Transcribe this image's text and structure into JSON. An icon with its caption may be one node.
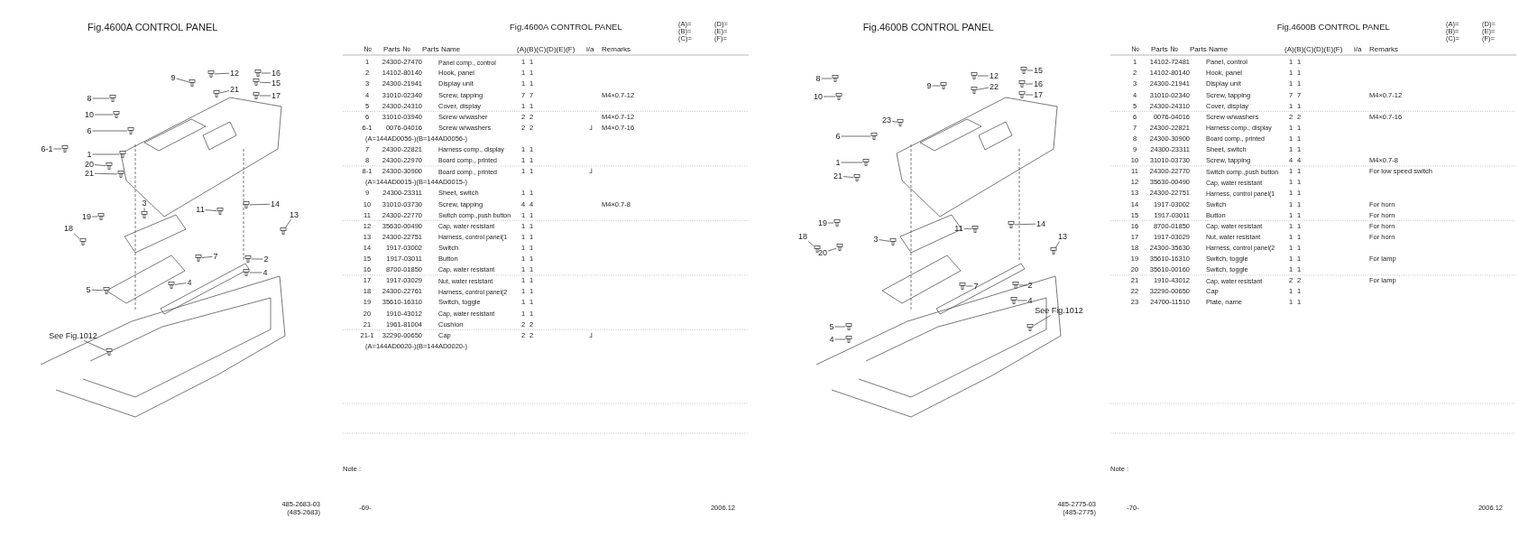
{
  "diagram": {
    "nodes": [
      {
        "text": [
          "9"
        ]
      },
      {
        "text": [
          "12"
        ]
      },
      {
        "text": [
          "16"
        ]
      },
      {
        "text": [
          "15"
        ]
      },
      {
        "text": [
          "21"
        ]
      },
      {
        "text": [
          "8"
        ]
      },
      {
        "text": [
          "17"
        ]
      },
      {
        "text": [
          "10"
        ]
      },
      {
        "text": [
          "6"
        ]
      },
      {
        "text": [
          "6-1"
        ]
      },
      {
        "text": [
          "1"
        ]
      },
      {
        "text": [
          "20"
        ]
      },
      {
        "text": [
          "21"
        ]
      },
      {
        "text": [
          "3"
        ]
      },
      {
        "text": [
          "11"
        ]
      },
      {
        "text": [
          "14"
        ]
      },
      {
        "text": [
          "13"
        ]
      },
      {
        "text": [
          "19"
        ]
      },
      {
        "text": [
          "18"
        ]
      },
      {
        "text": [
          "7"
        ]
      },
      {
        "text": [
          "2"
        ]
      },
      {
        "text": [
          "4"
        ]
      },
      {
        "text": [
          "4"
        ]
      },
      {
        "text": [
          "5"
        ]
      },
      {
        "text": [
          "See Fig.1012"
        ]
      },
      {
        "text": [
          "8"
        ]
      },
      {
        "text": [
          "12"
        ]
      },
      {
        "text": [
          "15"
        ]
      },
      {
        "text": [
          "9"
        ]
      },
      {
        "text": [
          "22"
        ]
      },
      {
        "text": [
          "16"
        ]
      },
      {
        "text": [
          "17"
        ]
      },
      {
        "text": [
          "10"
        ]
      },
      {
        "text": [
          "23"
        ]
      },
      {
        "text": [
          "6"
        ]
      },
      {
        "text": [
          "1"
        ]
      },
      {
        "text": [
          "21"
        ]
      },
      {
        "text": [
          "11"
        ]
      },
      {
        "text": [
          "14"
        ]
      },
      {
        "text": [
          "13"
        ]
      },
      {
        "text": [
          "19"
        ]
      },
      {
        "text": [
          "18"
        ]
      },
      {
        "text": [
          "20"
        ]
      },
      {
        "text": [
          "3"
        ]
      },
      {
        "text": [
          "7"
        ]
      },
      {
        "text": [
          "2"
        ]
      },
      {
        "text": [
          "4"
        ]
      },
      {
        "text": [
          "5"
        ]
      },
      {
        "text": [
          "4"
        ]
      },
      {
        "text": [
          "See Fig.1012"
        ]
      },
      {
        "text": [],
        "shape": "picture"
      },
      {
        "text": [],
        "shape": "picture"
      },
      {
        "text": [],
        "shape": "picture"
      },
      {
        "text": [],
        "shape": "picture"
      },
      {
        "text": [],
        "shape": "picture"
      },
      {
        "text": [],
        "shape": "picture"
      },
      {
        "text": [],
        "shape": "picture"
      },
      {
        "text": [],
        "shape": "picture"
      },
      {
        "text": [],
        "shape": "picture"
      },
      {
        "text": [],
        "shape": "picture"
      },
      {
        "text": [],
        "shape": "picture"
      },
      {
        "text": [],
        "shape": "picture"
      },
      {
        "text": [],
        "shape": "picture"
      },
      {
        "text": [],
        "shape": "picture"
      },
      {
        "text": [],
        "shape": "picture"
      },
      {
        "text": [],
        "shape": "picture"
      },
      {
        "text": [],
        "shape": "picture"
      },
      {
        "text": [],
        "shape": "picture"
      },
      {
        "text": [],
        "shape": "picture"
      },
      {
        "text": [],
        "shape": "picture"
      },
      {
        "text": [],
        "shape": "picture"
      },
      {
        "text": [],
        "shape": "picture"
      },
      {
        "text": [],
        "shape": "picture"
      },
      {
        "text": [],
        "shape": "picture"
      },
      {
        "text": [],
        "shape": "picture"
      },
      {
        "text": [],
        "shape": "picture"
      },
      {
        "text": [],
        "shape": "picture"
      },
      {
        "text": [],
        "shape": "picture"
      },
      {
        "text": [],
        "shape": "picture"
      },
      {
        "text": [],
        "shape": "picture"
      },
      {
        "text": [],
        "shape": "picture"
      },
      {
        "text": [],
        "shape": "picture"
      },
      {
        "text": [],
        "shape": "picture"
      },
      {
        "text": [],
        "shape": "picture"
      },
      {
        "text": [],
        "shape": "picture"
      },
      {
        "text": [],
        "shape": "picture"
      },
      {
        "text": [],
        "shape": "picture"
      },
      {
        "text": [],
        "shape": "picture"
      },
      {
        "text": [],
        "shape": "picture"
      },
      {
        "text": [],
        "shape": "picture"
      },
      {
        "text": [],
        "shape": "picture"
      },
      {
        "text": [],
        "shape": "picture"
      },
      {
        "text": [],
        "shape": "picture"
      },
      {
        "text": [],
        "shape": "picture"
      },
      {
        "text": [],
        "shape": "picture"
      },
      {
        "text": [],
        "shape": "picture"
      },
      {
        "text": [],
        "shape": "picture"
      },
      {
        "text": [],
        "shape": "picture"
      },
      {
        "text": [],
        "shape": "picture"
      },
      {
        "text": [],
        "shape": "picture"
      }
    ],
    "edges": [
      {
        "from": 0,
        "to": 50,
        "arrow": "none"
      },
      {
        "from": 1,
        "to": 51,
        "arrow": "none"
      },
      {
        "from": 2,
        "to": 52,
        "arrow": "none"
      },
      {
        "from": 3,
        "to": 53,
        "arrow": "none"
      },
      {
        "from": 4,
        "to": 54,
        "arrow": "none"
      },
      {
        "from": 5,
        "to": 55,
        "arrow": "none"
      },
      {
        "from": 6,
        "to": 56,
        "arrow": "none"
      },
      {
        "from": 7,
        "to": 57,
        "arrow": "none"
      },
      {
        "from": 8,
        "to": 58,
        "arrow": "none"
      },
      {
        "from": 9,
        "to": 59,
        "arrow": "none"
      },
      {
        "from": 10,
        "to": 60,
        "arrow": "none"
      },
      {
        "from": 11,
        "to": 61,
        "arrow": "none"
      },
      {
        "from": 12,
        "to": 62,
        "arrow": "none"
      },
      {
        "from": 13,
        "to": 63,
        "arrow": "none"
      },
      {
        "from": 14,
        "to": 64,
        "arrow": "none"
      },
      {
        "from": 15,
        "to": 65,
        "arrow": "none"
      },
      {
        "from": 16,
        "to": 66,
        "arrow": "none"
      },
      {
        "from": 17,
        "to": 67,
        "arrow": "none"
      },
      {
        "from": 18,
        "to": 68,
        "arrow": "none"
      },
      {
        "from": 19,
        "to": 69,
        "arrow": "none"
      },
      {
        "from": 20,
        "to": 70,
        "arrow": "none"
      },
      {
        "from": 21,
        "to": 71,
        "arrow": "none"
      },
      {
        "from": 22,
        "to": 72,
        "arrow": "none"
      },
      {
        "from": 23,
        "to": 73,
        "arrow": "none"
      },
      {
        "from": 24,
        "to": 74,
        "arrow": "none"
      },
      {
        "from": 25,
        "to": 75,
        "arrow": "none"
      },
      {
        "from": 26,
        "to": 76,
        "arrow": "none"
      },
      {
        "from": 27,
        "to": 77,
        "arrow": "none"
      },
      {
        "from": 28,
        "to": 78,
        "arrow": "none"
      },
      {
        "from": 29,
        "to": 79,
        "arrow": "none"
      },
      {
        "from": 30,
        "to": 80,
        "arrow": "none"
      },
      {
        "from": 31,
        "to": 81,
        "arrow": "none"
      },
      {
        "from": 32,
        "to": 82,
        "arrow": "none"
      },
      {
        "from": 33,
        "to": 83,
        "arrow": "none"
      },
      {
        "from": 34,
        "to": 84,
        "arrow": "none"
      },
      {
        "from": 35,
        "to": 85,
        "arrow": "none"
      },
      {
        "from": 36,
        "to": 86,
        "arrow": "none"
      },
      {
        "from": 37,
        "to": 87,
        "arrow": "none"
      },
      {
        "from": 38,
        "to": 88,
        "arrow": "none"
      },
      {
        "from": 39,
        "to": 89,
        "arrow": "none"
      },
      {
        "from": 40,
        "to": 90,
        "arrow": "none"
      },
      {
        "from": 41,
        "to": 91,
        "arrow": "none"
      },
      {
        "from": 42,
        "to": 92,
        "arrow": "none"
      },
      {
        "from": 43,
        "to": 93,
        "arrow": "none"
      },
      {
        "from": 44,
        "to": 94,
        "arrow": "none"
      },
      {
        "from": 45,
        "to": 95,
        "arrow": "none"
      },
      {
        "from": 46,
        "to": 96,
        "arrow": "none"
      },
      {
        "from": 47,
        "to": 97,
        "arrow": "none"
      },
      {
        "from": 48,
        "to": 98,
        "arrow": "none"
      },
      {
        "from": 49,
        "to": 99,
        "arrow": "none"
      }
    ],
    "labels": [
      "Fig.4600A CONTROL PANEL",
      "485-2683-03",
      "(485-2683)",
      "Fig.4600A CONTROL PANEL",
      "(A)=",
      "(D)=",
      "(B)=",
      "(E)=",
      "(C)=",
      "(F)=",
      "№",
      "Parts №",
      "Parts Name",
      "(A)(B)(C)(D)(E)(F)",
      "i/a",
      "Remarks",
      "1",
      "24300-27470",
      "Panel comp., control",
      "1",
      "1",
      "2",
      "14102-80140",
      "Hook, panel",
      "1",
      "1",
      "3",
      "24300-21941",
      "Display unit",
      "1",
      "1",
      "4",
      "31010-02340",
      "Screw, tapping",
      "7",
      "7",
      "M4×0.7-12",
      "5",
      "24300-24310",
      "Cover, display",
      "1",
      "1",
      "6",
      "31010-03940",
      "Screw w/washer",
      "2",
      "2",
      "M4×0.7-12",
      "6-1",
      "0076-04016",
      "Screw w/washers",
      "2",
      "2",
      "⅃",
      "M4×0.7-16",
      "(A=144AD0056-)(B=144AD0056-)",
      "7",
      "24300-22821",
      "Harness comp., display",
      "1",
      "1",
      "8",
      "24300-22970",
      "Board comp., printed",
      "1",
      "1",
      "8-1",
      "24300-30900",
      "Board comp., printed",
      "1",
      "1",
      "⅃",
      "(A=144AD0015-)(B=144AD0015-)",
      "9",
      "24300-23311",
      "Sheet, switch",
      "1",
      "1",
      "10",
      "31010-03730",
      "Screw, tapping",
      "4",
      "4",
      "M4×0.7-8",
      "11",
      "24300-22770",
      "Switch comp.,push button",
      "1",
      "1",
      "12",
      "35630-00490",
      "Cap, water resistant",
      "1",
      "1",
      "13",
      "24300-22751",
      "Harness, control panel(1",
      "1",
      "1",
      "14",
      "1917-03002",
      "Switch",
      "1",
      "1",
      "15",
      "1917-03011",
      "Button",
      "1",
      "1",
      "16",
      "8700-01850",
      "Cap, water resistant",
      "1",
      "1",
      "17",
      "1917-03029",
      "Nut, water resistant",
      "1",
      "1",
      "18",
      "24300-22761",
      "Harness, control panel(2",
      "1",
      "1",
      "19",
      "35610-16310",
      "Switch, toggle",
      "1",
      "1",
      "20",
      "1910-43012",
      "Cap, water resistant",
      "1",
      "1",
      "21",
      "1961-81004",
      "Cushion",
      "2",
      "2",
      "21-1",
      "32290-00650",
      "Cap",
      "2",
      "2",
      "⅃",
      "(A=144AD0020-)(B=144AD0020-)",
      "Note :",
      "-69-",
      "2006.12",
      "Fig.4600B CONTROL PANEL",
      "485-2775-03",
      "(485-2775)",
      "Fig.4600B CONTROL PANEL",
      "(A)=",
      "(D)=",
      "(B)=",
      "(E)=",
      "(C)=",
      "(F)=",
      "№",
      "Parts №",
      "Parts Name",
      "(A)(B)(C)(D)(E)(F)",
      "i/a",
      "Remarks",
      "1",
      "14102-72481",
      "Panel, control",
      "1",
      "1",
      "2",
      "14102-80140",
      "Hook, panel",
      "1",
      "1",
      "3",
      "24300-21941",
      "Display unit",
      "1",
      "1",
      "4",
      "31010-02340",
      "Screw, tapping",
      "7",
      "7",
      "M4×0.7-12",
      "5",
      "24300-24310",
      "Cover, display",
      "1",
      "1",
      "6",
      "0076-04016",
      "Screw w/washers",
      "2",
      "2",
      "M4×0.7-16",
      "7",
      "24300-22821",
      "Harness comp., display",
      "1",
      "1",
      "8",
      "24300-30900",
      "Board comp., printed",
      "1",
      "1",
      "9",
      "24300-23311",
      "Sheet, switch",
      "1",
      "1",
      "10",
      "31010-03730",
      "Screw, tapping",
      "4",
      "4",
      "M4×0.7-8",
      "11",
      "24300-22770",
      "Switch comp.,push button",
      "1",
      "1",
      "For low speed switch",
      "12",
      "35630-00490",
      "Cap, water resistant",
      "1",
      "1",
      "13",
      "24300-22751",
      "Harness, control panel(1",
      "1",
      "1",
      "14",
      "1917-03002",
      "Switch",
      "1",
      "1",
      "For horn",
      "15",
      "1917-03011",
      "Button",
      "1",
      "1",
      "For horn",
      "16",
      "8700-01850",
      "Cap, water resistant",
      "1",
      "1",
      "For horn",
      "17",
      "1917-03029",
      "Nut, water resistant",
      "1",
      "1",
      "For horn",
      "18",
      "24300-35630",
      "Harness, control panel(2",
      "1",
      "1",
      "19",
      "35610-16310",
      "Switch, toggle",
      "1",
      "1",
      "For lamp",
      "20",
      "35610-00160",
      "Switch, toggle",
      "1",
      "1",
      "21",
      "1910-43012",
      "Cap, water resistant",
      "2",
      "2",
      "For lamp",
      "22",
      "32290-00650",
      "Cap",
      "1",
      "1",
      "23",
      "24700-11510",
      "Plate, name",
      "1",
      "1",
      "Note :",
      "-70-",
      "2006.12"
    ]
  }
}
